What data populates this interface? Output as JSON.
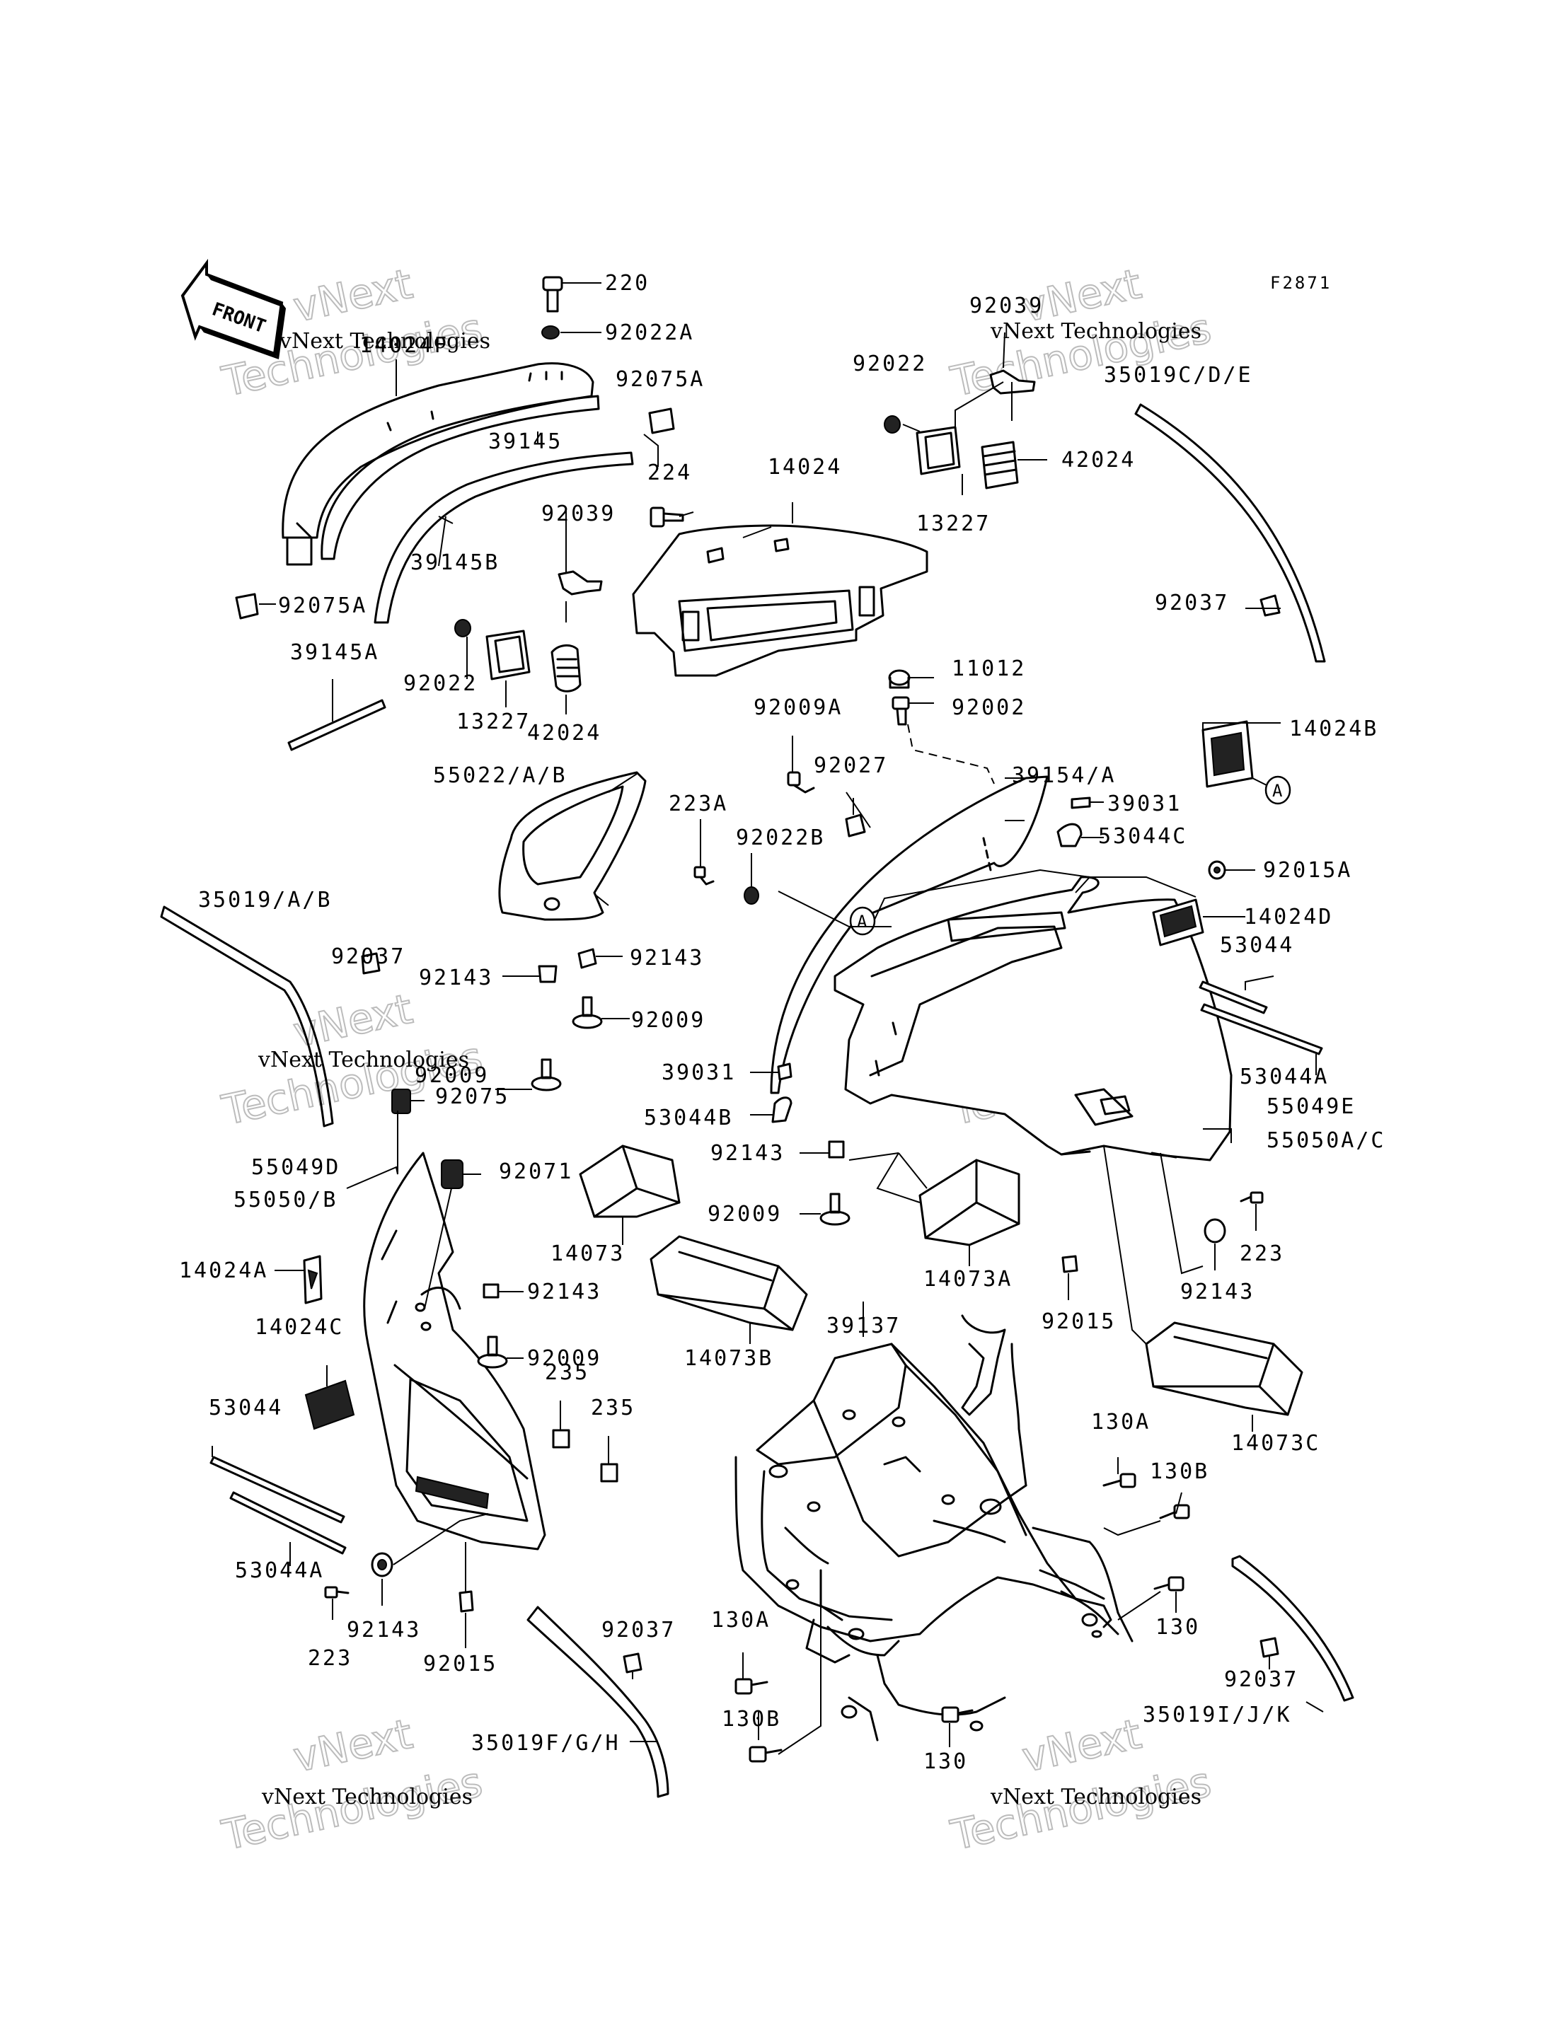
{
  "figure_code": "F2871",
  "front_badge": "FRONT",
  "reference_marker": "A",
  "watermark": {
    "line1": "vNext Technologies",
    "line2": "Technologies",
    "ghost": "vNext"
  },
  "labels": {
    "l220": "220",
    "l92022A": "92022A",
    "l14024F": "14024F",
    "l92075A_top": "92075A",
    "l39145": "39145",
    "l39145B": "39145B",
    "l224": "224",
    "l14024": "14024",
    "l92039_mid": "92039",
    "l92075A_left": "92075A",
    "l92022_mid": "92022",
    "l13227_mid": "13227",
    "l42024_mid": "42024",
    "l39145A": "39145A",
    "l92039_top": "92039",
    "l92022_top": "92022",
    "l35019CDE": "35019C/D/E",
    "l42024_top": "42024",
    "l13227_top": "13227",
    "l92037_tr": "92037",
    "l11012": "11012",
    "l92002": "92002",
    "l14024B": "14024B",
    "l92009A": "92009A",
    "l92027": "92027",
    "l39154A": "39154/A",
    "l39031_r": "39031",
    "l53044C": "53044C",
    "l223A": "223A",
    "l92022B": "92022B",
    "l92015A": "92015A",
    "l55022AB": "55022/A/B",
    "l14024D": "14024D",
    "l53044_r": "53044",
    "l35019AB": "35019/A/B",
    "l92037_l": "92037",
    "l92143_a": "92143",
    "l92143_b": "92143",
    "l92009_a": "92009",
    "l92009_b": "92009",
    "l39031_m": "39031",
    "l53044A_r": "53044A",
    "l53044B": "53044B",
    "l55049E": "55049E",
    "l55050AC": "55050A/C",
    "l92075": "92075",
    "l92143_c": "92143",
    "l55049D": "55049D",
    "l55050B": "55050/B",
    "l92071": "92071",
    "l92009_c": "92009",
    "l223_r": "223",
    "l14073": "14073",
    "l14073A": "14073A",
    "l14024A": "14024A",
    "l92143_d": "92143",
    "l92143_e": "92143",
    "l92009_d": "92009",
    "l14024C": "14024C",
    "l14073B": "14073B",
    "l39137": "39137",
    "l92015_r": "92015",
    "l235_a": "235",
    "l235_b": "235",
    "l53044_l": "53044",
    "l14073C": "14073C",
    "l130A_r": "130A",
    "l130B_r": "130B",
    "l53044A_l": "53044A",
    "l92143_f": "92143",
    "l223_l": "223",
    "l92015_l": "92015",
    "l92037_m": "92037",
    "l130A_l": "130A",
    "l130_r": "130",
    "l92037_br": "92037",
    "l35019IJK": "35019I/J/K",
    "l130B_l": "130B",
    "l130_m": "130",
    "l35019FGH": "35019F/G/H"
  }
}
